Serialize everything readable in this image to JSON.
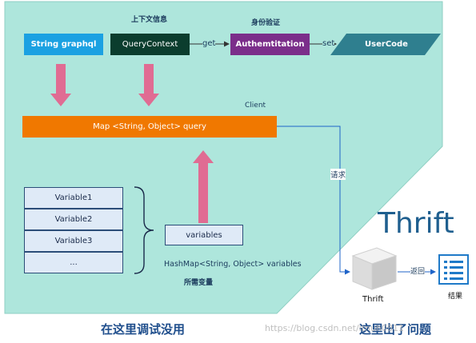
{
  "labels": {
    "context_info": "上下文信息",
    "auth_check": "身份验证",
    "client": "Client",
    "request": "请求",
    "needed_vars": "所需变量",
    "return": "返回",
    "result": "结果",
    "get": "get",
    "set": "set"
  },
  "boxes": {
    "string_graphql": "String graphql",
    "query_context": "QueryContext",
    "authentication": "Authemtitation",
    "user_code": "UserCode",
    "map_query": "Map <String, Object> query",
    "variables": "variables",
    "hashmap_variables": "HashMap<String, Object> variables"
  },
  "variable_list": [
    "Variable1",
    "Variable2",
    "Variable3",
    "..."
  ],
  "thrift": {
    "title": "Thrift",
    "server_label": "Thrift"
  },
  "captions": {
    "left": "在这里调试没用",
    "right": "这里出了问题"
  },
  "watermark": "https://blog.csdn.net/ltnuh0811",
  "colors": {
    "teal_bg": "#aee6dc",
    "blue_box": "#1ba1e2",
    "dark_green": "#0b3d2e",
    "purple": "#7b2e8a",
    "user_code": "#2f7f8f",
    "orange": "#f07800",
    "pink": "#e06c93",
    "blue_line": "#1f64c8",
    "thrift_title": "#1f5f8f"
  }
}
